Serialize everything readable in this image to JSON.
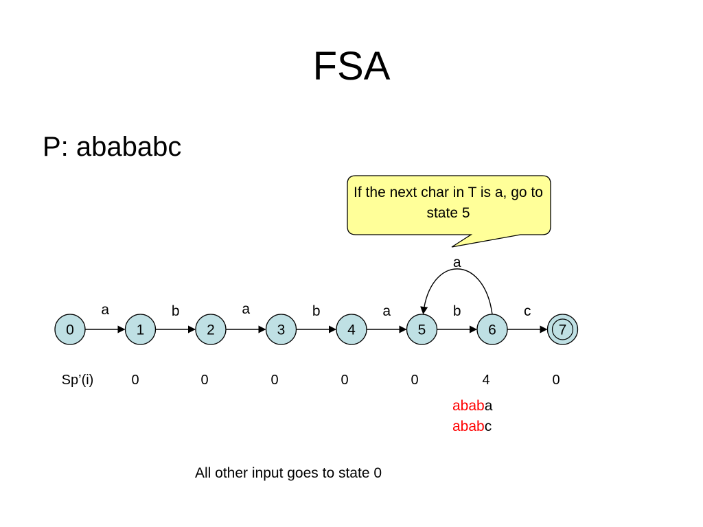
{
  "slide": {
    "title": "FSA",
    "pattern_line": "P: abababc",
    "callout": "If the next char in T is a, go to state 5",
    "footer_note": "All other input goes to state 0"
  },
  "automaton": {
    "states": [
      {
        "id": "0",
        "accepting": false
      },
      {
        "id": "1",
        "accepting": false
      },
      {
        "id": "2",
        "accepting": false
      },
      {
        "id": "3",
        "accepting": false
      },
      {
        "id": "4",
        "accepting": false
      },
      {
        "id": "5",
        "accepting": false
      },
      {
        "id": "6",
        "accepting": false
      },
      {
        "id": "7",
        "accepting": true
      }
    ],
    "transitions": [
      {
        "from": "0",
        "to": "1",
        "label": "a"
      },
      {
        "from": "1",
        "to": "2",
        "label": "b"
      },
      {
        "from": "2",
        "to": "3",
        "label": "a"
      },
      {
        "from": "3",
        "to": "4",
        "label": "b"
      },
      {
        "from": "4",
        "to": "5",
        "label": "a"
      },
      {
        "from": "5",
        "to": "6",
        "label": "b"
      },
      {
        "from": "6",
        "to": "7",
        "label": "c"
      }
    ],
    "back_edge": {
      "from": "6",
      "to": "5",
      "label": "a"
    }
  },
  "sp_table": {
    "row_label": "Sp’(i)",
    "values": [
      "0",
      "0",
      "0",
      "0",
      "0",
      "4",
      "0"
    ]
  },
  "examples": [
    {
      "prefix": "abab",
      "suffix": "a"
    },
    {
      "prefix": "abab",
      "suffix": "c"
    }
  ],
  "colors": {
    "state_fill": "#bfe0e4",
    "callout_fill": "#ffff99",
    "highlight": "#ff0000"
  }
}
